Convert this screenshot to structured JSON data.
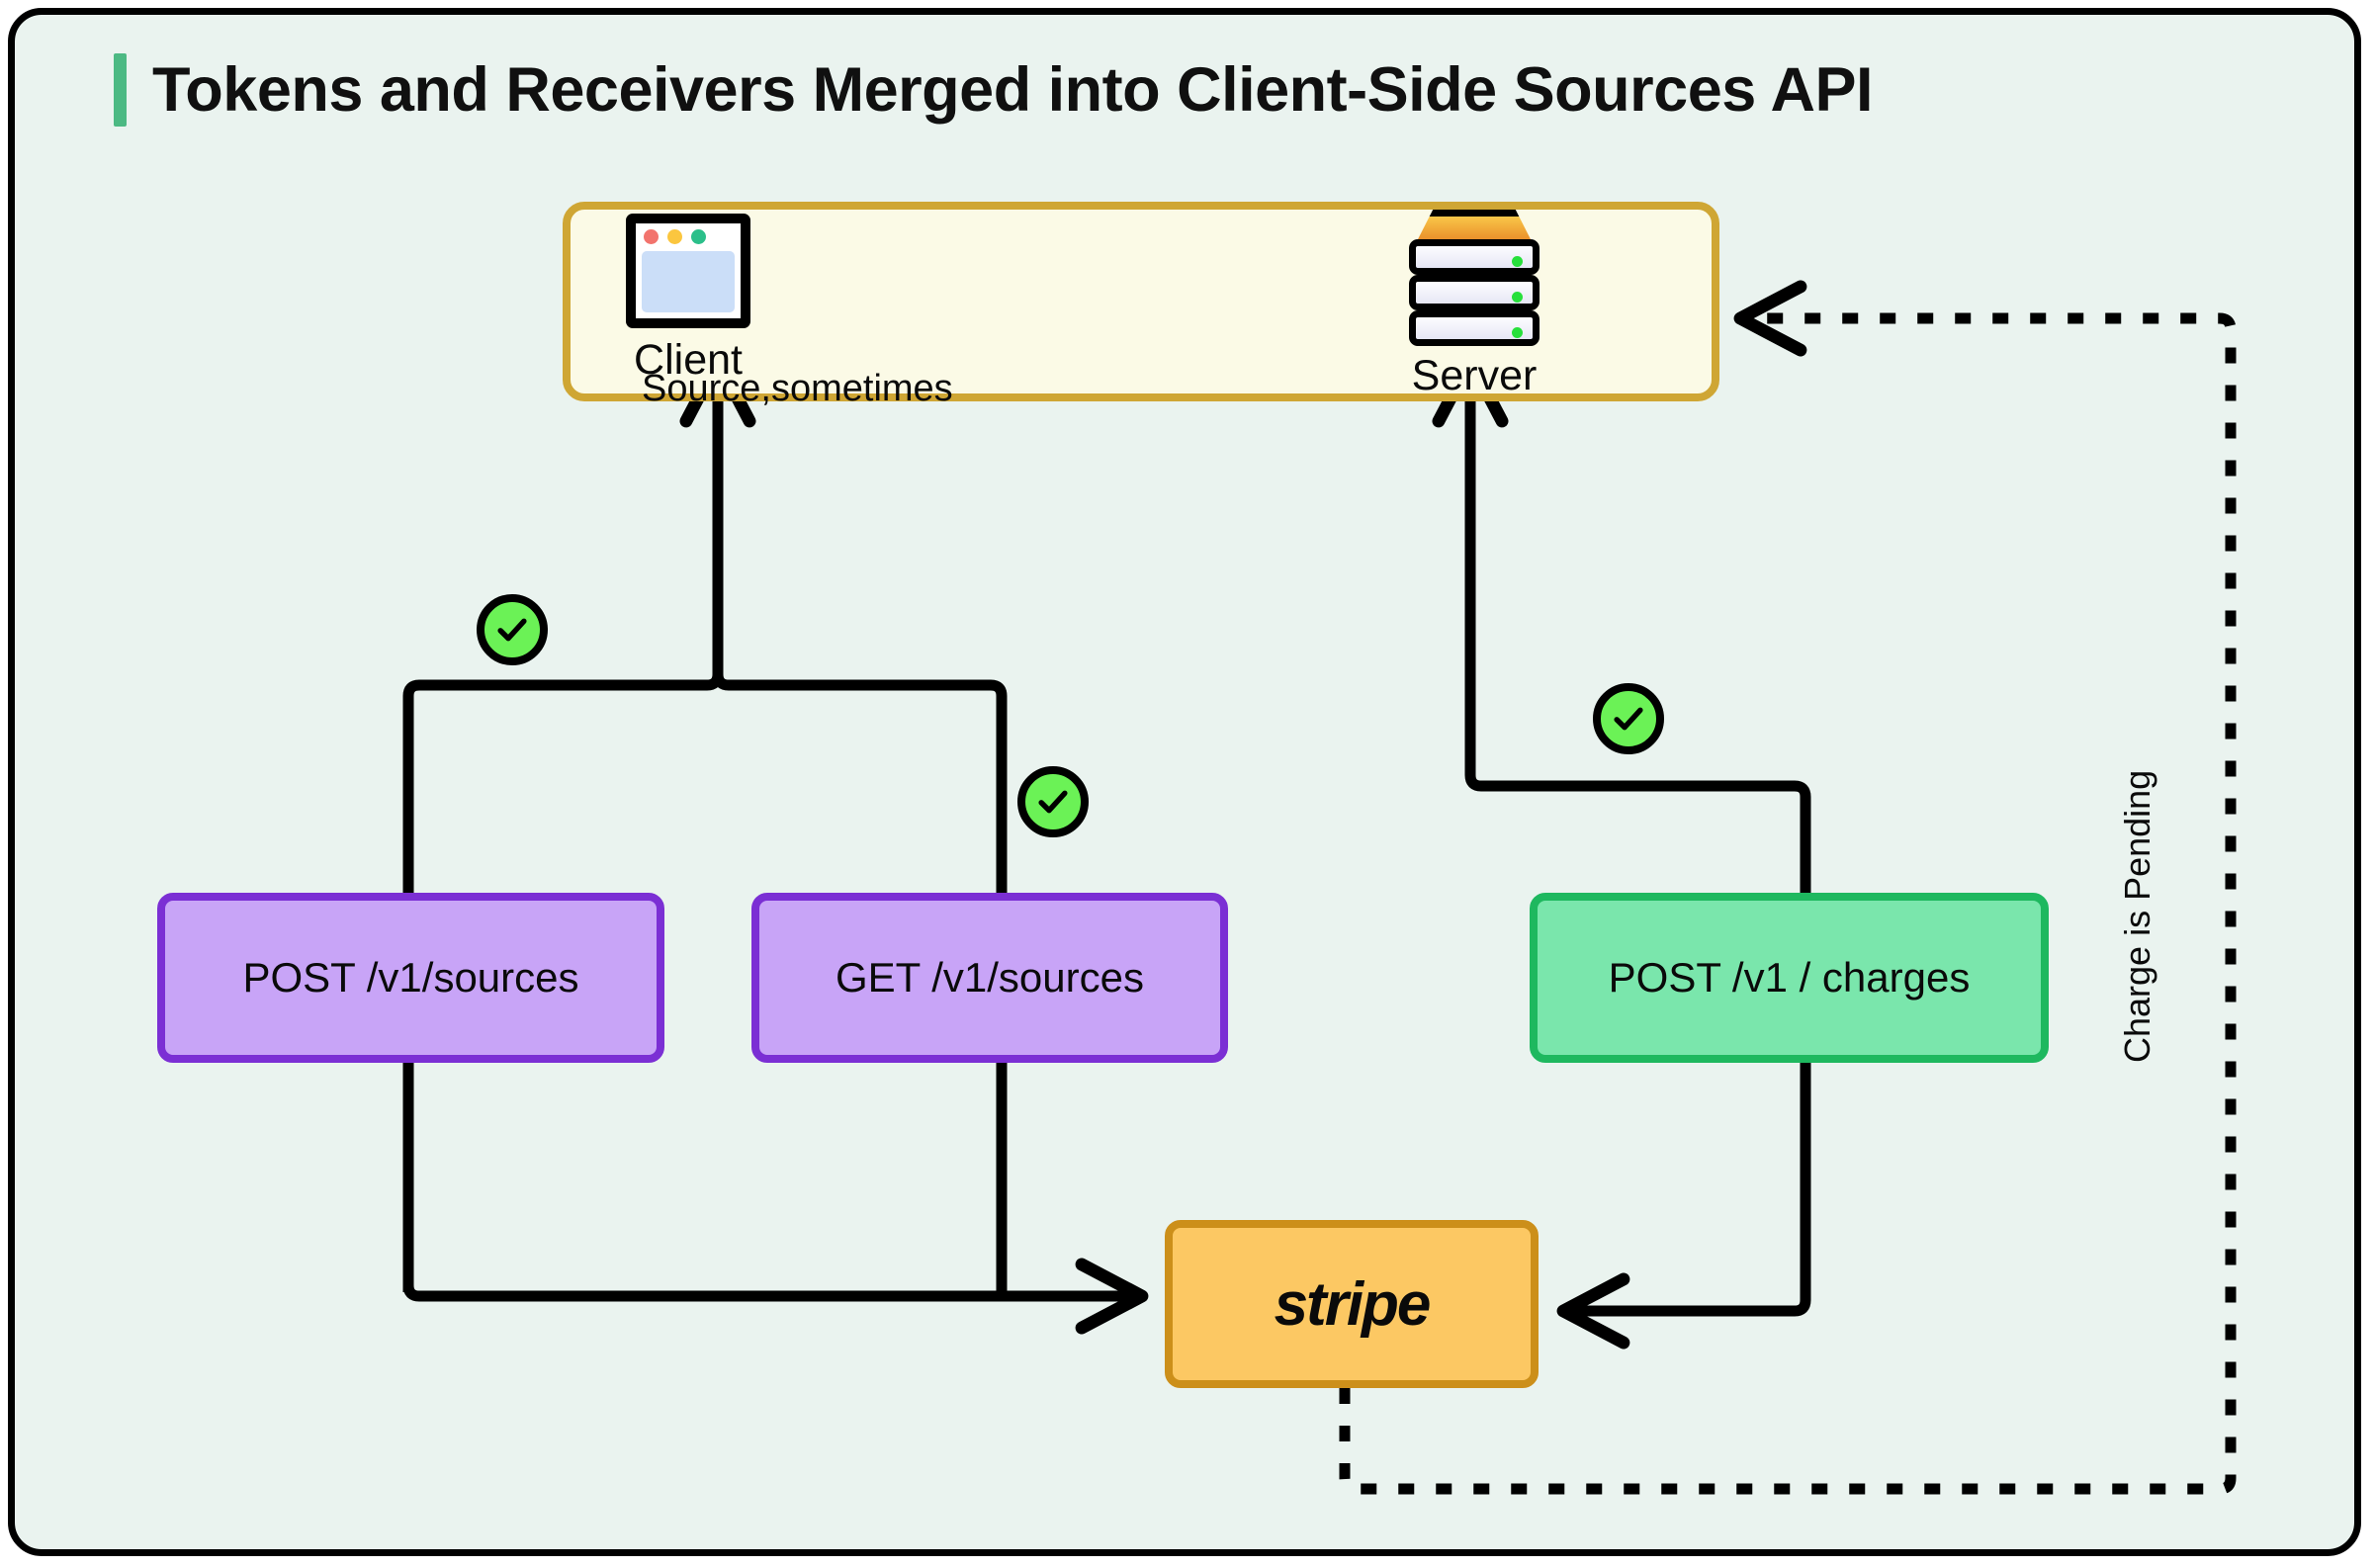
{
  "title": "Tokens and Receivers Merged into Client-Side Sources API",
  "accent_color": "#4CB983",
  "background_color": "#EAF3EF",
  "diagram": {
    "client_server_group": {
      "border_color": "#CFA634",
      "fill_color": "#FBFAE6",
      "client_label": "Client",
      "server_label": "Server",
      "flow_label": "Source,sometimes"
    },
    "endpoints": [
      {
        "id": "post-sources",
        "label": "POST /v1/sources",
        "fill": "#C8A4F7",
        "border": "#7B2FD4",
        "status": "ok"
      },
      {
        "id": "get-sources",
        "label": "GET /v1/sources",
        "fill": "#C8A4F7",
        "border": "#7B2FD4",
        "status": "ok"
      },
      {
        "id": "post-charges",
        "label": "POST /v1 / charges",
        "fill": "#7AE6AC",
        "border": "#1EB85F",
        "status": "ok"
      }
    ],
    "processor": {
      "label": "stripe",
      "fill": "#FCC863",
      "border": "#CC8F1A"
    },
    "feedback_label": "Charge is Pending",
    "check_badge": {
      "fill": "#6BF256",
      "glyph": "check-mark"
    }
  }
}
